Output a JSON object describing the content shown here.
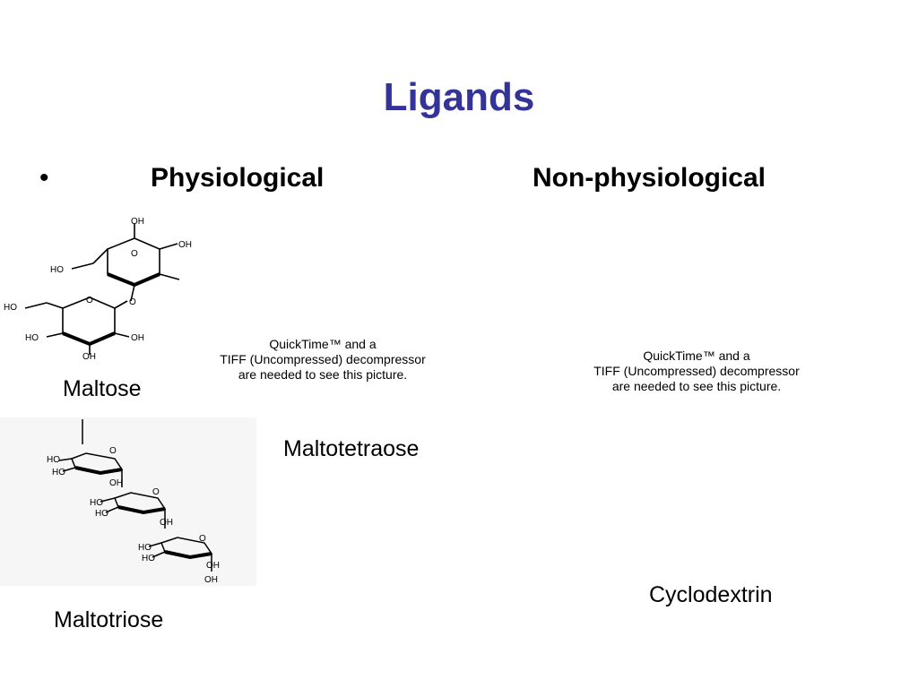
{
  "slide": {
    "title": "Ligands",
    "bullet": "•",
    "headings": {
      "physiological": "Physiological",
      "non_physiological": "Non-physiological"
    },
    "labels": {
      "maltose": "Maltose",
      "maltotetraose": "Maltotetraose",
      "cyclodextrin": "Cyclodextrin",
      "maltotriose": "Maltotriose"
    },
    "quicktime_placeholder": "QuickTime™ and a\nTIFF (Uncompressed) decompressor\nare needed to see this picture.",
    "molecule_atoms": {
      "oh": "OH",
      "ho": "HO",
      "o": "O"
    },
    "colors": {
      "title": "#333399",
      "text": "#000000",
      "background": "#ffffff"
    }
  }
}
